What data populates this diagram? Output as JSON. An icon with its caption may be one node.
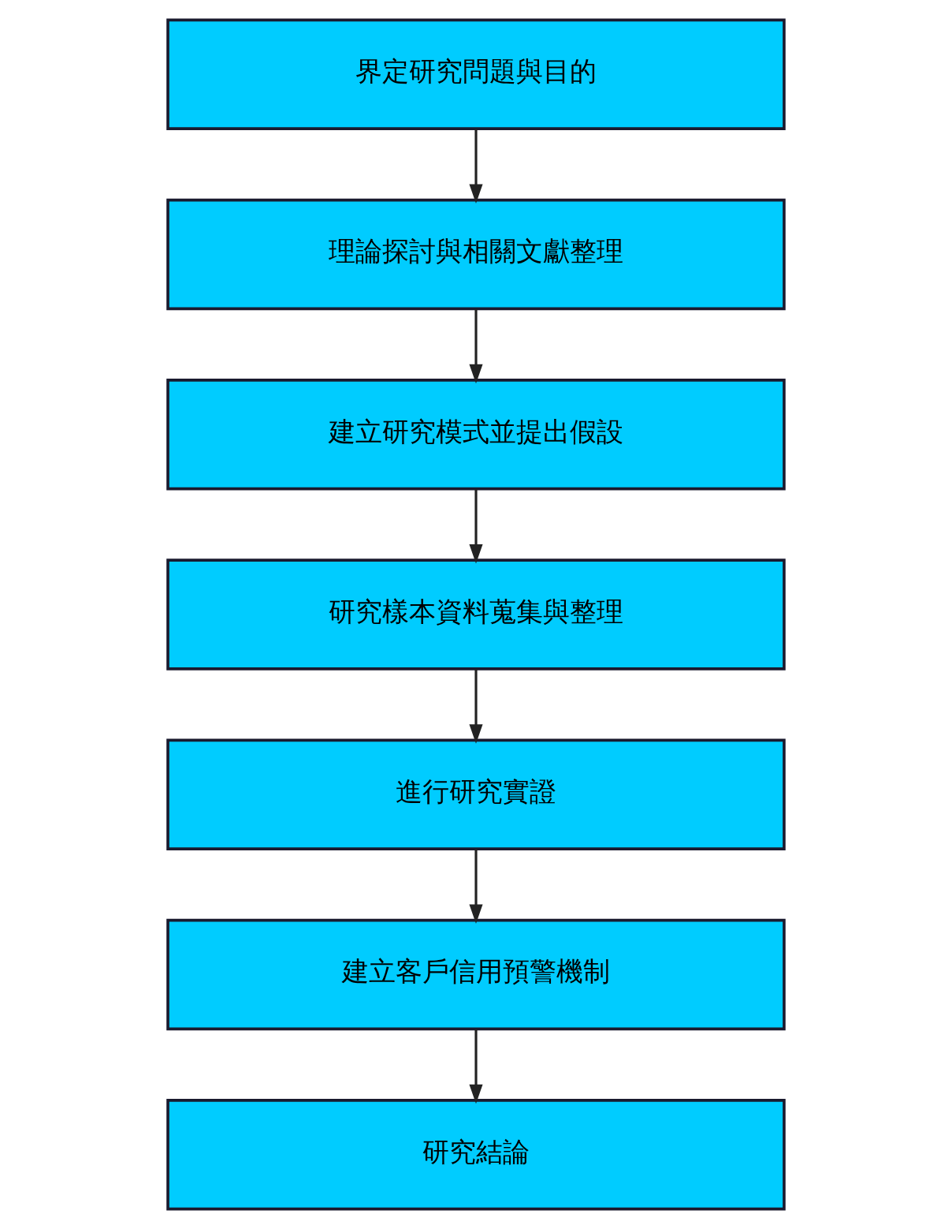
{
  "diagram": {
    "nodes": [
      {
        "text": [
          "界定研究問題與目的"
        ]
      },
      {
        "text": [
          "理論探討與相關文獻整理"
        ]
      },
      {
        "text": [
          "建立研究模式並提出假設"
        ]
      },
      {
        "text": [
          "研究樣本資料蒐集與整理"
        ]
      },
      {
        "text": [
          "進行研究實證"
        ]
      },
      {
        "text": [
          "建立客戶信用預警機制"
        ]
      },
      {
        "text": [
          "研究結論"
        ]
      }
    ],
    "edges": [
      {
        "from": 0,
        "to": 1,
        "arrow": "to"
      },
      {
        "from": 1,
        "to": 2,
        "arrow": "to"
      },
      {
        "from": 2,
        "to": 3,
        "arrow": "to"
      },
      {
        "from": 3,
        "to": 4,
        "arrow": "to"
      },
      {
        "from": 4,
        "to": 5,
        "arrow": "to"
      },
      {
        "from": 5,
        "to": 6,
        "arrow": "to"
      }
    ]
  }
}
